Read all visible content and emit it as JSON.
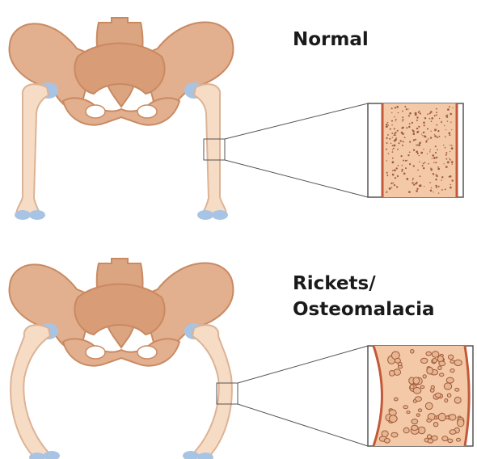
{
  "panels": [
    {
      "id": "normal",
      "label_lines": [
        "Normal"
      ]
    },
    {
      "id": "rickets",
      "label_lines": [
        "Rickets/",
        "Osteomalacia"
      ]
    }
  ],
  "colors": {
    "pelvis_fill": "#e2b08e",
    "pelvis_stroke": "#c98a62",
    "femur_fill": "#f6dcc4",
    "femur_stroke": "#dcb396",
    "cartilage": "#a8c4e4",
    "bone_interior": "#f3c9a8",
    "cortex": "#c25a3a",
    "pore": "#a05a3c",
    "outline": "#555555"
  }
}
